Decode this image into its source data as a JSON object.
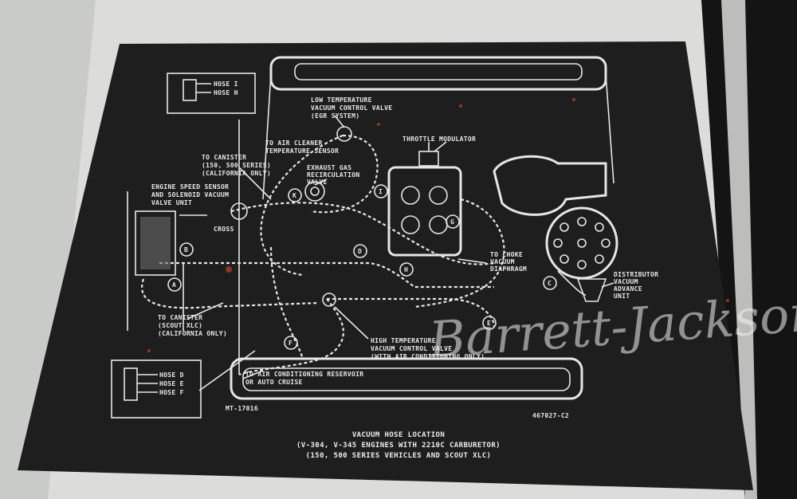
{
  "diagram": {
    "labels": {
      "hose_i": "HOSE I",
      "hose_h": "HOSE H",
      "low_temp_line1": "LOW TEMPERATURE",
      "low_temp_line2": "VACUUM CONTROL VALVE",
      "low_temp_line3": "(EGR SYSTEM)",
      "throttle_modulator": "THROTTLE MODULATOR",
      "air_cleaner_line1": "TO AIR CLEANER",
      "air_cleaner_line2": "TEMPERATURE SENSOR",
      "canister_ca_line1": "TO CANISTER",
      "canister_ca_line2": "(150, 500 SERIES)",
      "canister_ca_line3": "(CALIFORNIA ONLY)",
      "egr_line1": "EXHAUST GAS",
      "egr_line2": "RECIRCULATION",
      "egr_line3": "VALVE",
      "speed_sensor_line1": "ENGINE SPEED SENSOR",
      "speed_sensor_line2": "AND SOLENOID VACUUM",
      "speed_sensor_line3": "VALVE UNIT",
      "cross": "CROSS",
      "choke_line1": "TO CHOKE",
      "choke_line2": "VACUUM",
      "choke_line3": "DIAPHRAGM",
      "distributor_line1": "DISTRIBUTOR",
      "distributor_line2": "VACUUM",
      "distributor_line3": "ADVANCE",
      "distributor_line4": "UNIT",
      "canister_scout_line1": "TO CANISTER",
      "canister_scout_line2": "(SCOUT XLC)",
      "canister_scout_line3": "(CALIFORNIA ONLY)",
      "high_temp_line1": "HIGH TEMPERATURE",
      "high_temp_line2": "VACUUM CONTROL VALVE",
      "high_temp_line3": "(WITH AIR CONDITIONING ONLY)",
      "ac_line1": "TO AIR CONDITIONING RESERVOIR",
      "ac_line2": "OR AUTO CRUISE",
      "hose_d": "HOSE D",
      "hose_e": "HOSE E",
      "hose_f": "HOSE F",
      "part_left": "MT-17016",
      "part_right": "467027-C2"
    },
    "callouts": [
      "A",
      "B",
      "C",
      "D",
      "E",
      "F",
      "G",
      "H",
      "I",
      "K"
    ],
    "caption": {
      "line1": "VACUUM HOSE LOCATION",
      "line2": "(V-304, V-345 ENGINES WITH 2210C CARBURETOR)",
      "line3": "(150, 500 SERIES VEHICLES AND SCOUT XLC)"
    }
  },
  "watermark": "Barrett-Jackson",
  "colors": {
    "plate": "#1d1d1d",
    "ink": "#e6e6e6",
    "background": "#d9d9d7"
  }
}
